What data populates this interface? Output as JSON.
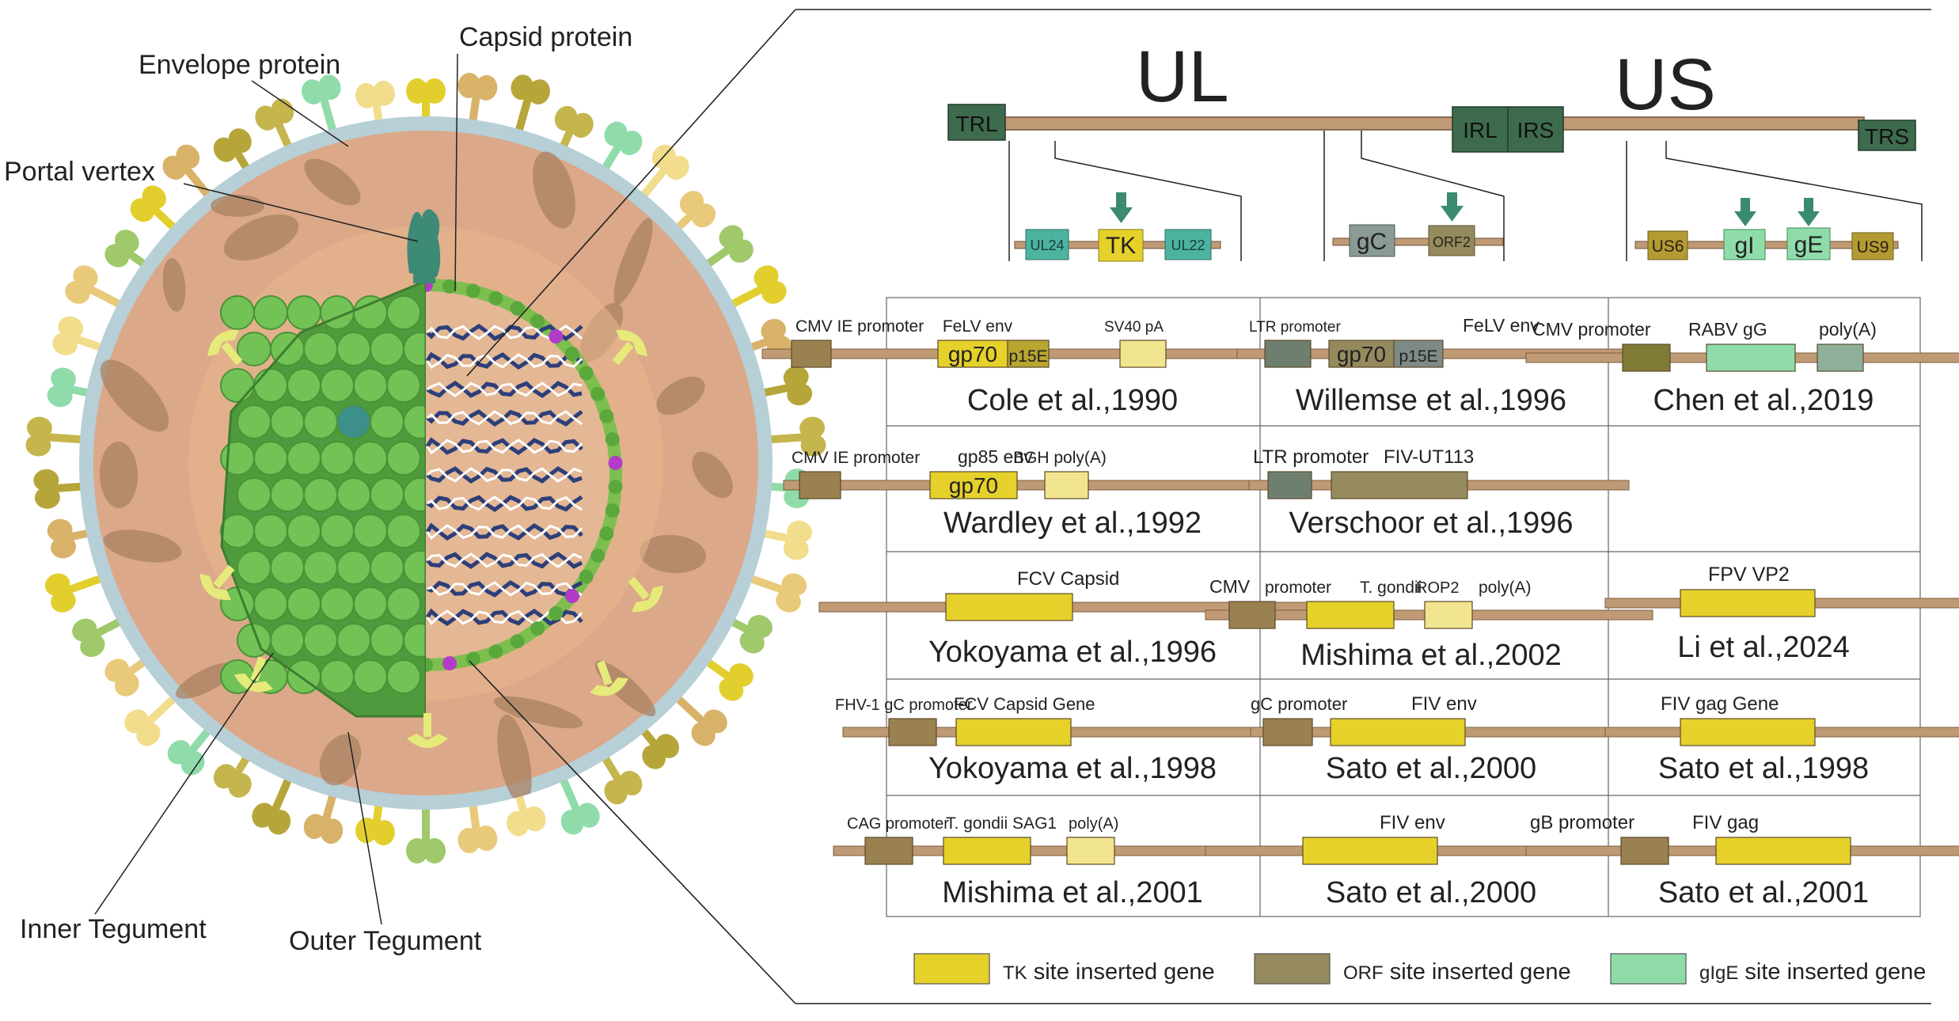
{
  "virion": {
    "labels": {
      "capsid_protein": "Capsid protein",
      "envelope_protein": "Envelope protein",
      "portal_vertex": "Portal vertex",
      "inner_tegument": "Inner Tegument",
      "outer_tegument": "Outer Tegument"
    }
  },
  "genome": {
    "ul": "UL",
    "us": "US",
    "boxes": {
      "trl": "TRL",
      "irl": "IRL",
      "irs": "IRS",
      "trs": "TRS"
    },
    "tk_site": {
      "left": "UL24",
      "center": "TK",
      "right": "UL22"
    },
    "orf_site": {
      "left": "gC",
      "center": "ORF2"
    },
    "gige_site": {
      "us6": "US6",
      "gi": "gI",
      "ge": "gE",
      "us9": "US9"
    }
  },
  "cells": [
    {
      "labels": [
        "CMV IE promoter",
        "FeLV env",
        "SV40 pA"
      ],
      "blocks": [
        "gp70",
        "p15E"
      ],
      "citation": "Cole et al.,1990"
    },
    {
      "labels": [
        "LTR promoter",
        "FeLV env"
      ],
      "blocks": [
        "gp70",
        "p15E"
      ],
      "citation": "Willemse et al.,1996"
    },
    {
      "labels": [
        "CMV promoter",
        "RABV gG",
        "poly(A)"
      ],
      "blocks": [],
      "citation": "Chen et al.,2019"
    },
    {
      "labels": [
        "CMV IE promoter",
        "gp85 env",
        "BGH poly(A)"
      ],
      "blocks": [
        "gp70"
      ],
      "citation": "Wardley et al.,1992"
    },
    {
      "labels": [
        "LTR promoter",
        "FIV-UT113"
      ],
      "blocks": [],
      "citation": "Verschoor et al.,1996"
    },
    {
      "labels": [
        "FCV Capsid"
      ],
      "blocks": [],
      "citation": "Yokoyama et al.,1996"
    },
    {
      "labels": [
        "CMV",
        "promoter",
        "T. gondii",
        "ROP2",
        "poly(A)"
      ],
      "blocks": [],
      "citation": "Mishima et al.,2002"
    },
    {
      "labels": [
        "FPV VP2"
      ],
      "blocks": [],
      "citation": "Li et al.,2024"
    },
    {
      "labels": [
        "FHV-1 gC promoter",
        "FCV Capsid Gene"
      ],
      "blocks": [],
      "citation": "Yokoyama et al.,1998"
    },
    {
      "labels": [
        "gC promoter",
        "FIV env"
      ],
      "blocks": [],
      "citation": "Sato et al.,2000"
    },
    {
      "labels": [
        "FIV gag Gene"
      ],
      "blocks": [],
      "citation": "Sato et al.,1998"
    },
    {
      "labels": [
        "CAG promoter",
        "T. gondii SAG1",
        "poly(A)"
      ],
      "blocks": [],
      "citation": "Mishima et al.,2001"
    },
    {
      "labels": [
        "FIV env"
      ],
      "blocks": [],
      "citation": "Sato et al.,2000"
    },
    {
      "labels": [
        "gB promoter",
        "FIV gag"
      ],
      "blocks": [],
      "citation": "Sato et al.,2001"
    }
  ],
  "legend": [
    {
      "abbr": "TK",
      "text": " site inserted gene",
      "color": "#e6d12a"
    },
    {
      "abbr": "ORF",
      "text": " site inserted gene",
      "color": "#958a5e"
    },
    {
      "abbr": "gIgE",
      "text": " site inserted gene",
      "color": "#8fdcaa"
    }
  ],
  "colors": {
    "tk_gene": "#e6d12a",
    "orf_gene": "#958a5e",
    "gige_gene": "#8fdcaa",
    "backbone": "#c09a74",
    "promoter": "#9a8150",
    "genome_box": "#3e6b4e",
    "tegument": "#dba889",
    "envelope": "#b7cfd6",
    "capsid_green": "#6bbf4a"
  }
}
